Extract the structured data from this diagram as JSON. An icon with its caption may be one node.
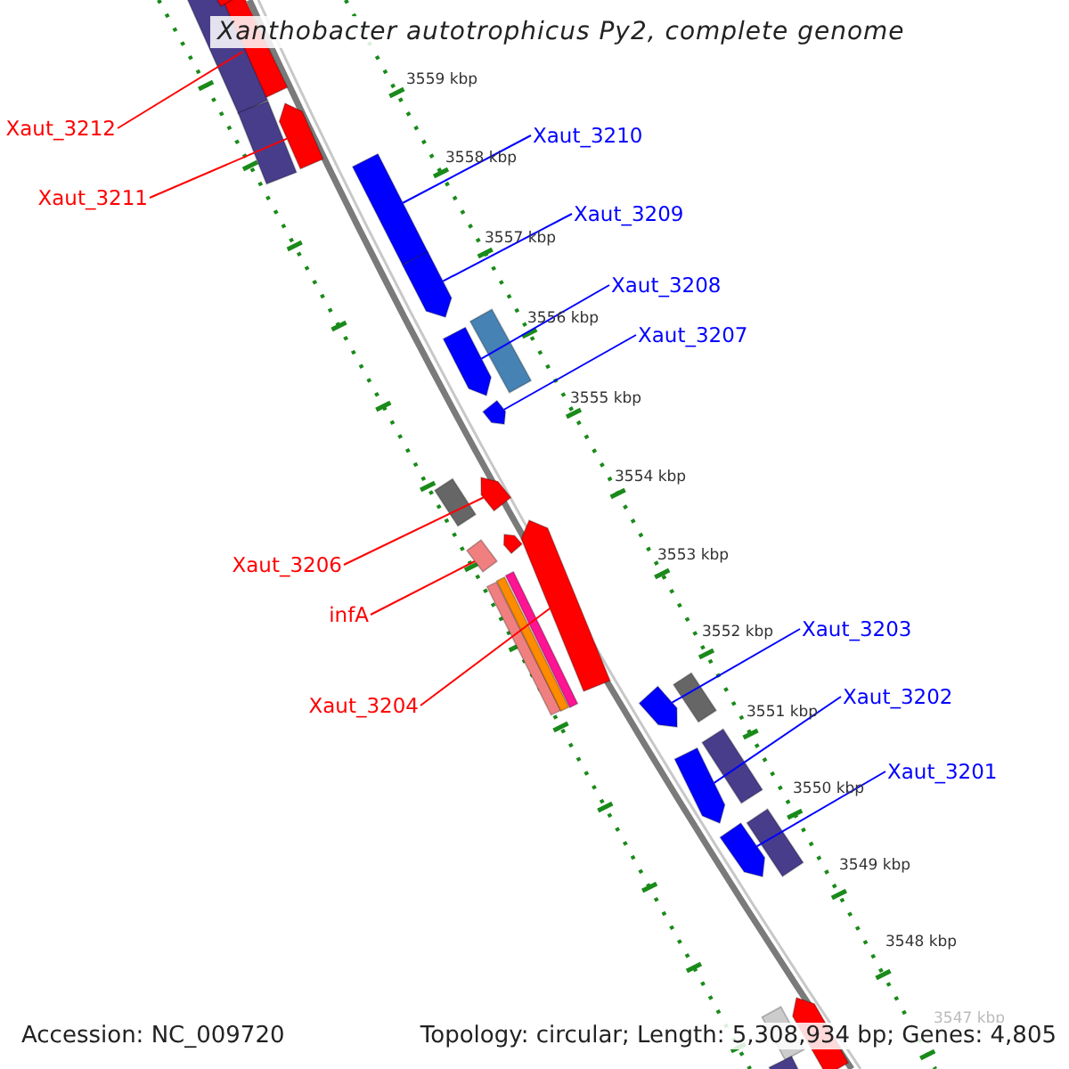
{
  "diagram": {
    "title": "Xanthobacter autotrophicus Py2, complete genome",
    "nodes": [
      {
        "text": [
          "Xaut_3212"
        ]
      },
      {
        "text": [
          "Xaut_3211"
        ]
      },
      {
        "text": [
          "Xaut_3210"
        ]
      },
      {
        "text": [
          "Xaut_3209"
        ]
      },
      {
        "text": [
          "Xaut_3208"
        ]
      },
      {
        "text": [
          "Xaut_3207"
        ]
      },
      {
        "text": [
          "Xaut_3206"
        ]
      },
      {
        "text": [
          "infA"
        ]
      },
      {
        "text": [
          "Xaut_3204"
        ]
      },
      {
        "text": [
          "Xaut_3203"
        ]
      },
      {
        "text": [
          "Xaut_3202"
        ]
      },
      {
        "text": [
          "Xaut_3201"
        ]
      },
      {
        "text": [],
        "shape": "bar"
      },
      {
        "text": [],
        "shape": "bar"
      },
      {
        "text": [],
        "shape": "bar"
      },
      {
        "text": [],
        "shape": "bar"
      },
      {
        "text": [],
        "shape": "bar"
      },
      {
        "text": [],
        "shape": "bar"
      },
      {
        "text": [],
        "shape": "bar"
      },
      {
        "text": [],
        "shape": "bar"
      },
      {
        "text": [],
        "shape": "bar"
      },
      {
        "text": [],
        "shape": "bar"
      },
      {
        "text": [],
        "shape": "bar"
      },
      {
        "text": [],
        "shape": "bar"
      },
      {
        "text": [],
        "shape": "bar"
      },
      {
        "text": [],
        "shape": "bar"
      },
      {
        "text": [],
        "shape": "bar"
      },
      {
        "text": [],
        "shape": "bar"
      },
      {
        "text": [],
        "shape": "bar"
      },
      {
        "text": [],
        "shape": "bar"
      },
      {
        "text": [],
        "shape": "bar"
      },
      {
        "text": [],
        "shape": "bar"
      },
      {
        "text": [],
        "shape": "bar"
      },
      {
        "text": [],
        "shape": "bar"
      },
      {
        "text": [],
        "shape": "bar"
      },
      {
        "text": [],
        "shape": "bar"
      },
      {
        "text": [],
        "shape": "bar"
      },
      {
        "text": [],
        "shape": "bar"
      },
      {
        "text": [],
        "shape": "bar"
      }
    ],
    "edges": [
      {
        "from": 0,
        "to": 12,
        "arrow": "none",
        "color": "#ff0000"
      },
      {
        "from": 1,
        "to": 13,
        "arrow": "none",
        "color": "#ff0000"
      },
      {
        "from": 2,
        "to": 14,
        "arrow": "none"
      },
      {
        "from": 3,
        "to": 15,
        "arrow": "none"
      },
      {
        "from": 4,
        "to": 16,
        "arrow": "none"
      },
      {
        "from": 5,
        "to": 17,
        "arrow": "none"
      },
      {
        "from": 6,
        "to": 18,
        "arrow": "none",
        "color": "#ff0000"
      },
      {
        "from": 7,
        "to": 19,
        "arrow": "none",
        "color": "#ff0000"
      },
      {
        "from": 8,
        "to": 20,
        "arrow": "none",
        "color": "#ff0000"
      },
      {
        "from": 9,
        "to": 21,
        "arrow": "none"
      },
      {
        "from": 10,
        "to": 22,
        "arrow": "none"
      },
      {
        "from": 11,
        "to": 23,
        "arrow": "none"
      }
    ],
    "labels": [
      "3559 kbp",
      "3558 kbp",
      "3557 kbp",
      "3556 kbp",
      "3555 kbp",
      "3554 kbp",
      "3553 kbp",
      "3552 kbp",
      "3551 kbp",
      "3550 kbp",
      "3549 kbp",
      "3548 kbp",
      "3547 kbp",
      "Accession: NC_009720",
      "Topology: circular; Length: 5,308,934 bp; Genes: 4,805"
    ]
  }
}
